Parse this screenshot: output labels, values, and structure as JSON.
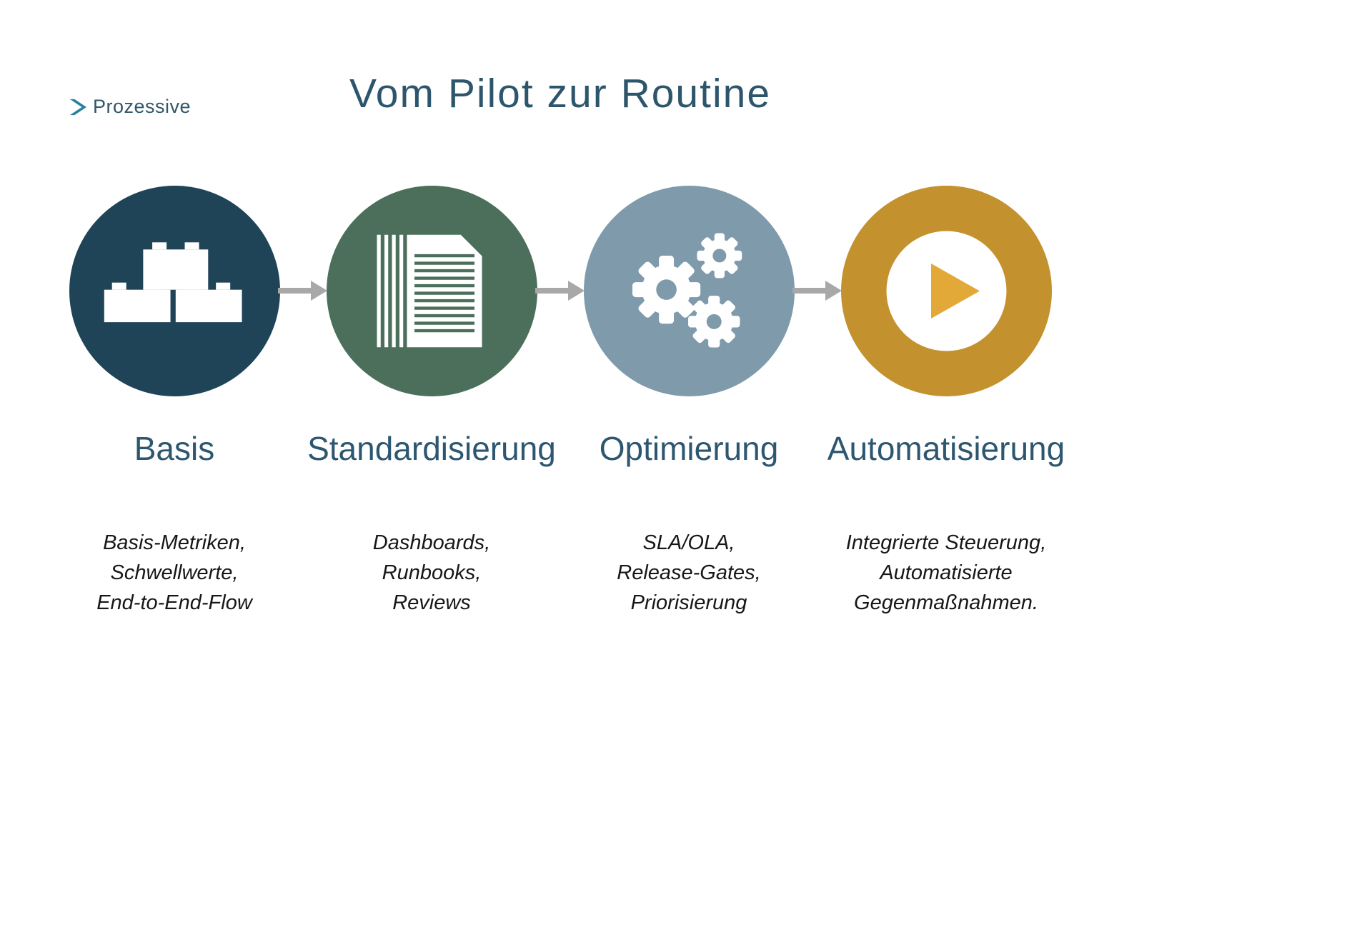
{
  "logo": {
    "brand": "Prozessive"
  },
  "title": "Vom Pilot zur Routine",
  "stages": [
    {
      "label": "Basis",
      "icon": "lego-bricks-icon",
      "circle_color": "#1f4458",
      "description_lines": [
        "Basis-Metriken,",
        "Schwellwerte,",
        "End-to-End-Flow"
      ]
    },
    {
      "label": "Standardisierung",
      "icon": "documents-icon",
      "circle_color": "#4b6f5b",
      "description_lines": [
        "Dashboards,",
        "Runbooks,",
        "Reviews"
      ]
    },
    {
      "label": "Optimierung",
      "icon": "gears-icon",
      "circle_color": "#7f9aab",
      "description_lines": [
        "SLA/OLA,",
        "Release-Gates,",
        "Priorisierung"
      ]
    },
    {
      "label": "Automatisierung",
      "icon": "play-icon",
      "circle_color": "#c3912e",
      "description_lines": [
        "Integrierte Steuerung,",
        "Automatisierte",
        "Gegenmaßnahmen."
      ]
    }
  ],
  "colors": {
    "background": "#ffffff",
    "title_text": "#2d566c",
    "label_text": "#2d5670",
    "description_text": "#171717",
    "arrow": "#a8a8a8",
    "brand_text": "#32566a",
    "brand_mark": "#2b7f9d",
    "play_triangle": "#e2a838",
    "play_inner_disc": "#ffffff"
  }
}
